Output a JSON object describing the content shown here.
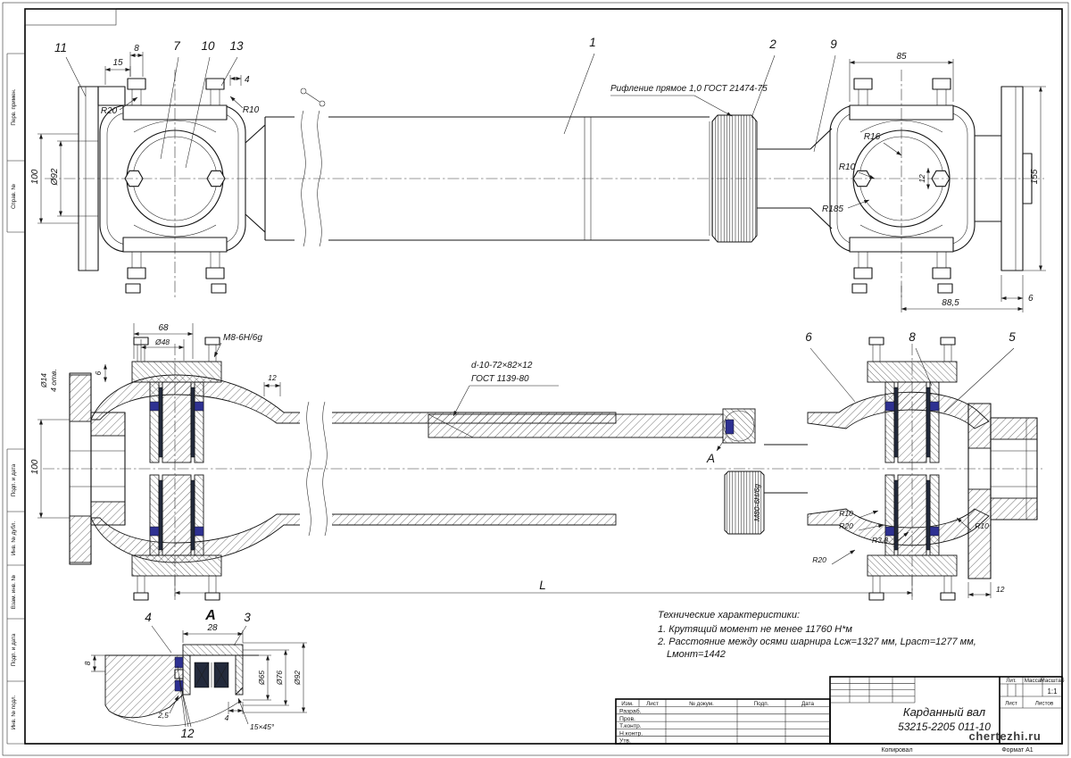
{
  "colors": {
    "seal_blue": "#2e3192",
    "roller_dark": "#232a3c",
    "line": "#141414",
    "paper": "#ffffff"
  },
  "top_view": {
    "callouts": {
      "n11": "11",
      "n7": "7",
      "n10": "10",
      "n13": "13",
      "n1": "1",
      "n2": "2",
      "n9": "9"
    },
    "dims": {
      "d15": "15",
      "d8": "8",
      "d4": "4",
      "r20": "R20",
      "r10_left": "R10",
      "h100": "100",
      "dia92": "Ø92",
      "d85": "85",
      "r16": "R16",
      "r10_right": "R10",
      "r185": "R185",
      "d12": "12",
      "h155": "155",
      "d88_5": "88,5",
      "d6": "6"
    },
    "knurl_note": "Рифление прямое 1,0 ГОСТ 21474-75"
  },
  "mid_view": {
    "callouts": {
      "n6": "6",
      "n8": "8",
      "n5": "5"
    },
    "dims": {
      "d68": "68",
      "dia48": "Ø48",
      "m8": "M8-6H/6g",
      "d6": "6",
      "d12": "12",
      "holes_dia": "Ø14",
      "holes_qty": "4 отв.",
      "h100": "100",
      "m80": "M80-6H/6g",
      "r10_a": "R10",
      "r20_a": "R20",
      "r3_8": "R3,8",
      "r20_b": "R20",
      "r10_b": "R10",
      "d12_b": "12",
      "length": "L"
    },
    "spline_note_1": "d-10-72×82×12",
    "spline_note_2": "ГОСТ 1139-80",
    "section_label": "А"
  },
  "detail_view": {
    "title": "А",
    "callouts": {
      "n3": "3",
      "n4": "4",
      "n12": "12"
    },
    "dims": {
      "d28": "28",
      "d8": "8",
      "d2_5": "2,5",
      "d4": "4",
      "chamfer": "15×45°",
      "dia65": "Ø65",
      "dia76": "Ø76",
      "dia92": "Ø92"
    }
  },
  "notes": {
    "title": "Технические характеристики:",
    "line1": "1. Крутящий момент не менее 11760 Н*м",
    "line2": "2. Расстояние между осями шарнира Lсж=1327 мм, Lраст=1277 мм,",
    "line3": "Lмонт=1442"
  },
  "title_block": {
    "name": "Карданный вал",
    "doc_number": "53215-2205 011-10",
    "header": {
      "izm": "Изм.",
      "list": "Лист",
      "doc": "№ докум.",
      "podp": "Подп.",
      "data": "Дата"
    },
    "rows": {
      "razrab": "Разраб.",
      "prov": "Пров.",
      "t_kontr": "Т.контр.",
      "n_kontr": "Н.контр.",
      "utv": "Утв."
    },
    "lit_label": "Лит.",
    "massa_label": "Масса",
    "scale_label": "Масштаб",
    "scale_value": "1:1",
    "sheet_label": "Лист",
    "sheets_label": "Листов",
    "logo": "chertezhi.ru",
    "kopiroval": "Копировал",
    "format": "Формат А1"
  },
  "side_stamps": {
    "inv_podl": "Инв. № подл.",
    "podp_data1": "Подп. и дата",
    "vzam": "Взам. инв. №",
    "inv_dubl": "Инв. № дубл.",
    "podp_data2": "Подп. и дата",
    "sprav": "Справ. №",
    "perv": "Перв. примен."
  }
}
